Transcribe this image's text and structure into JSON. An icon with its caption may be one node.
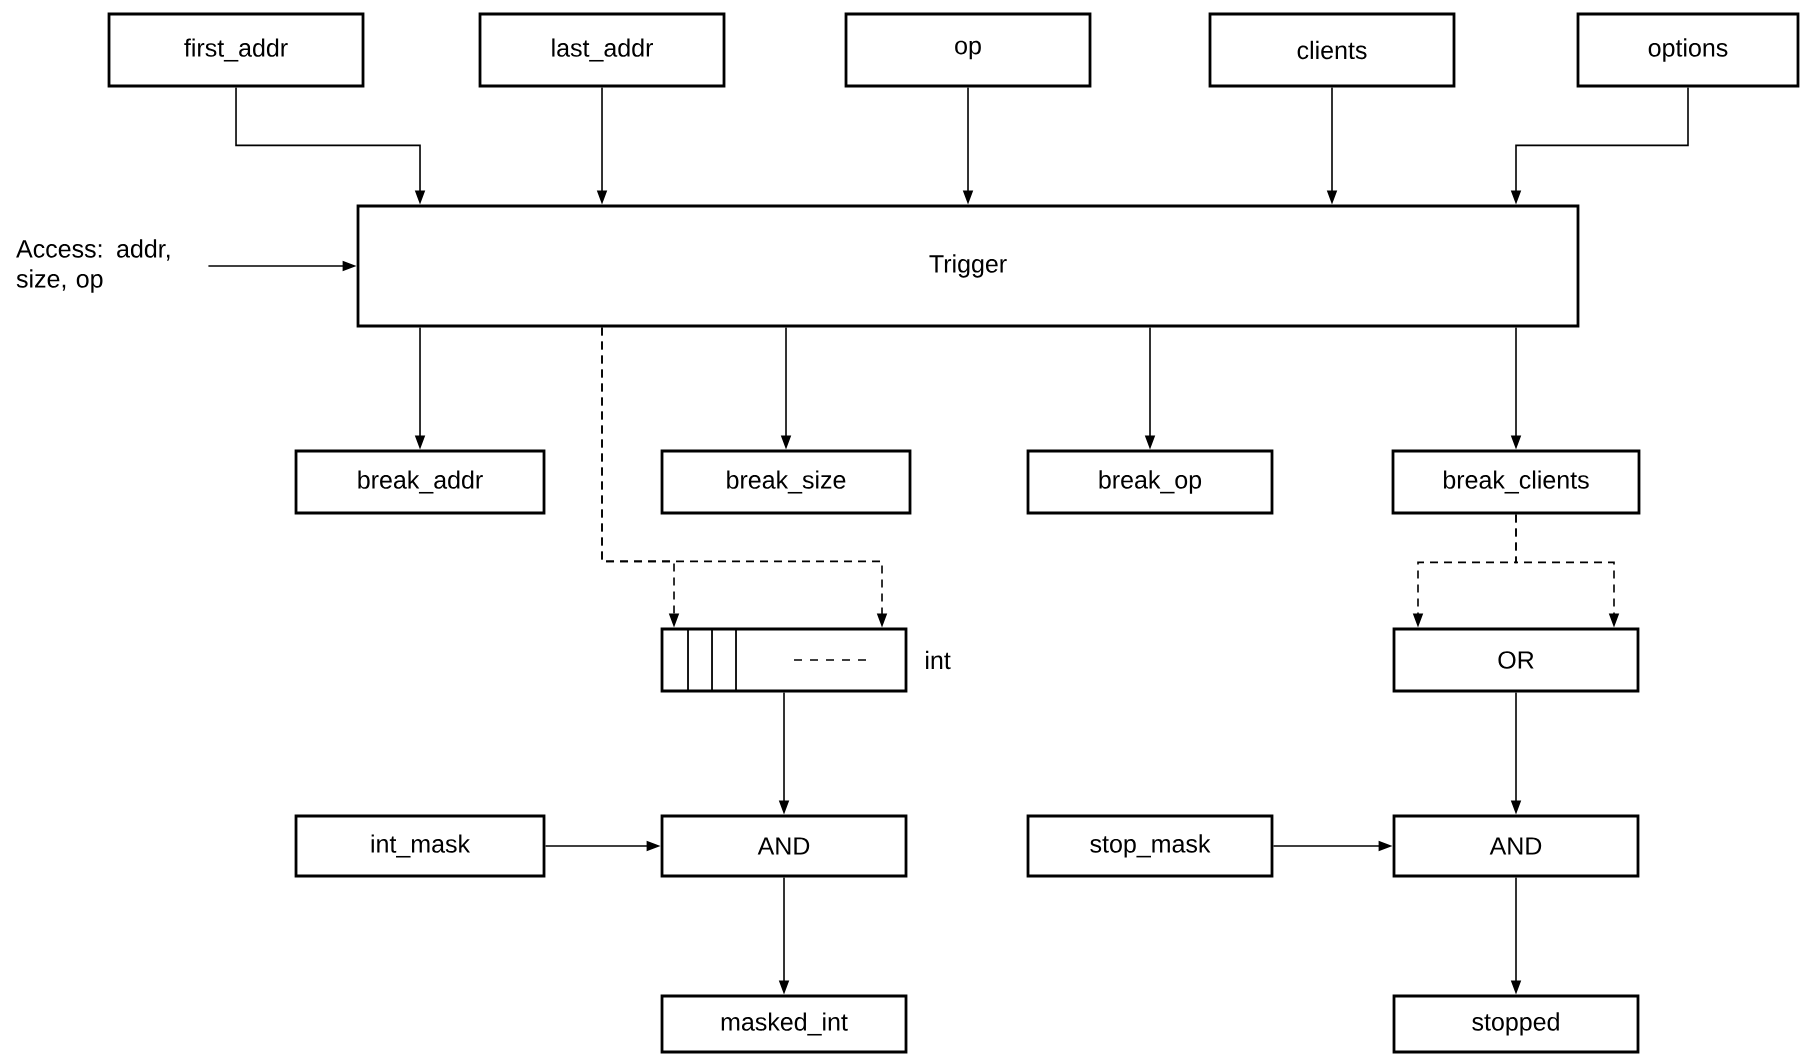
{
  "diagram": {
    "nodes": [
      {
        "text": [
          "first_addr"
        ]
      },
      {
        "text": [
          "last_addr"
        ]
      },
      {
        "text": [
          "op"
        ]
      },
      {
        "text": [
          "clients"
        ]
      },
      {
        "text": [
          "options"
        ]
      },
      {
        "text": [
          "Trigger"
        ]
      },
      {
        "text": [
          "Access: addr, size, op"
        ]
      },
      {
        "text": [
          "break_addr"
        ]
      },
      {
        "text": [
          "break_size"
        ]
      },
      {
        "text": [
          "break_op"
        ]
      },
      {
        "text": [
          "break_clients"
        ]
      },
      {
        "text": [],
        "shape": "box",
        "beside": [
          "int"
        ]
      },
      {
        "text": [
          "OR"
        ]
      },
      {
        "text": [
          "int_mask"
        ]
      },
      {
        "text": [
          "AND"
        ]
      },
      {
        "text": [
          "stop_mask"
        ]
      },
      {
        "text": [
          "AND"
        ]
      },
      {
        "text": [
          "masked_int"
        ]
      },
      {
        "text": [
          "stopped"
        ]
      }
    ],
    "edges": [
      {
        "from": 0,
        "to": 5,
        "arrow": "to"
      },
      {
        "from": 1,
        "to": 5,
        "arrow": "to"
      },
      {
        "from": 2,
        "to": 5,
        "arrow": "to"
      },
      {
        "from": 3,
        "to": 5,
        "arrow": "to"
      },
      {
        "from": 4,
        "to": 5,
        "arrow": "to"
      },
      {
        "from": 6,
        "to": 5,
        "arrow": "to"
      },
      {
        "from": 5,
        "to": 7,
        "arrow": "to"
      },
      {
        "from": 5,
        "to": 8,
        "arrow": "to"
      },
      {
        "from": 5,
        "to": 9,
        "arrow": "to"
      },
      {
        "from": 5,
        "to": 10,
        "arrow": "to"
      },
      {
        "from": 5,
        "to": 11,
        "arrow": "to",
        "style": "dashed"
      },
      {
        "from": 5,
        "to": 11,
        "arrow": "to",
        "style": "dashed"
      },
      {
        "from": 10,
        "to": 12,
        "arrow": "to",
        "style": "dashed"
      },
      {
        "from": 10,
        "to": 12,
        "arrow": "to",
        "style": "dashed"
      },
      {
        "from": 11,
        "to": 14,
        "arrow": "to"
      },
      {
        "from": 13,
        "to": 14,
        "arrow": "to"
      },
      {
        "from": 14,
        "to": 17,
        "arrow": "to"
      },
      {
        "from": 12,
        "to": 16,
        "arrow": "to"
      },
      {
        "from": 15,
        "to": 16,
        "arrow": "to"
      },
      {
        "from": 16,
        "to": 18,
        "arrow": "to"
      }
    ]
  }
}
